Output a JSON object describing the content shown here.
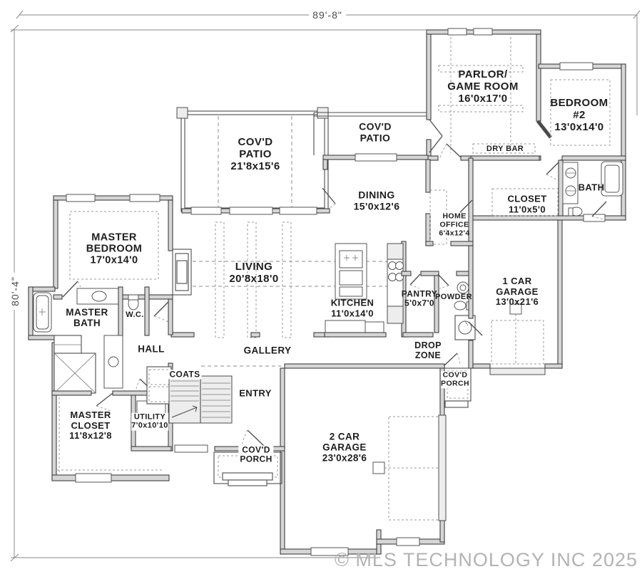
{
  "page": {
    "background": "#ffffff"
  },
  "dimensions": {
    "width_label": "89'-8\"",
    "height_label": "80'-4\""
  },
  "rooms": [
    {
      "id": "parlor-game-room",
      "label": "PARLOR/\nGAME ROOM\n16'0x17'0"
    },
    {
      "id": "bedroom-2",
      "label": "BEDROOM #2\n13'0x14'0"
    },
    {
      "id": "covd-patio-small",
      "label": "COV'D\nPATIO"
    },
    {
      "id": "dry-bar",
      "label": "DRY BAR"
    },
    {
      "id": "closet-bedroom2",
      "label": "CLOSET\n11'0x5'0"
    },
    {
      "id": "bath-2",
      "label": "BATH"
    },
    {
      "id": "covd-patio-large",
      "label": "COV'D\nPATIO\n21'8x15'6"
    },
    {
      "id": "dining",
      "label": "DINING\n15'0x12'6"
    },
    {
      "id": "home-office",
      "label": "HOME\nOFFICE\n6'4x12'4"
    },
    {
      "id": "master-bedroom",
      "label": "MASTER\nBEDROOM\n17'0x14'0"
    },
    {
      "id": "living",
      "label": "LIVING\n20'8x18'0"
    },
    {
      "id": "kitchen",
      "label": "KITCHEN\n11'0x14'0"
    },
    {
      "id": "pantry",
      "label": "PANTRY\n5'0x7'0"
    },
    {
      "id": "powder",
      "label": "POWDER"
    },
    {
      "id": "one-car-garage",
      "label": "1 CAR\nGARAGE\n13'0x21'6"
    },
    {
      "id": "master-bath",
      "label": "MASTER\nBATH"
    },
    {
      "id": "water-closet",
      "label": "W.C."
    },
    {
      "id": "hall",
      "label": "HALL"
    },
    {
      "id": "gallery",
      "label": "GALLERY"
    },
    {
      "id": "drop-zone",
      "label": "DROP\nZONE"
    },
    {
      "id": "coats",
      "label": "COATS"
    },
    {
      "id": "entry",
      "label": "ENTRY"
    },
    {
      "id": "covd-porch-right",
      "label": "COV'D\nPORCH"
    },
    {
      "id": "master-closet",
      "label": "MASTER\nCLOSET\n11'8x12'8"
    },
    {
      "id": "utility",
      "label": "UTILITY\n7'0x10'10"
    },
    {
      "id": "covd-porch-front",
      "label": "COV'D\nPORCH"
    },
    {
      "id": "two-car-garage",
      "label": "2 CAR\nGARAGE\n23'0x28'6"
    }
  ],
  "copyright": "© MLS TECHNOLOGY INC 2025",
  "colors": {
    "wall_fill": "#d6d6d6",
    "wall_stroke": "#3f3f3f",
    "dashed": "#8b8b8b",
    "text": "#1e1e1e",
    "copyright": "#b3b3b3"
  }
}
